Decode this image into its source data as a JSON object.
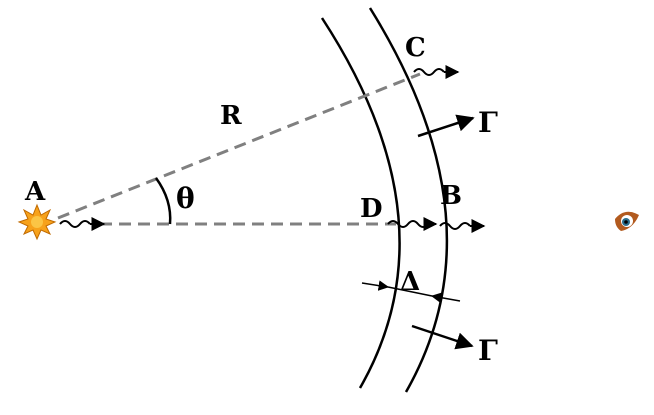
{
  "labels": {
    "source": "A",
    "radius": "R",
    "angle": "θ",
    "point_c": "C",
    "point_d": "D",
    "point_b": "B",
    "thickness": "Δ",
    "gamma_upper": "Γ",
    "gamma_lower": "Γ"
  },
  "colors": {
    "ink": "#000000",
    "dashed": "#808080",
    "star_fill": "#f7a21b",
    "star_stroke": "#c06a00",
    "eye_outer": "#b25a1e",
    "eye_iris": "#2a6e8c"
  },
  "icons": {
    "source": "star-burst-icon",
    "observer": "eye-icon"
  }
}
